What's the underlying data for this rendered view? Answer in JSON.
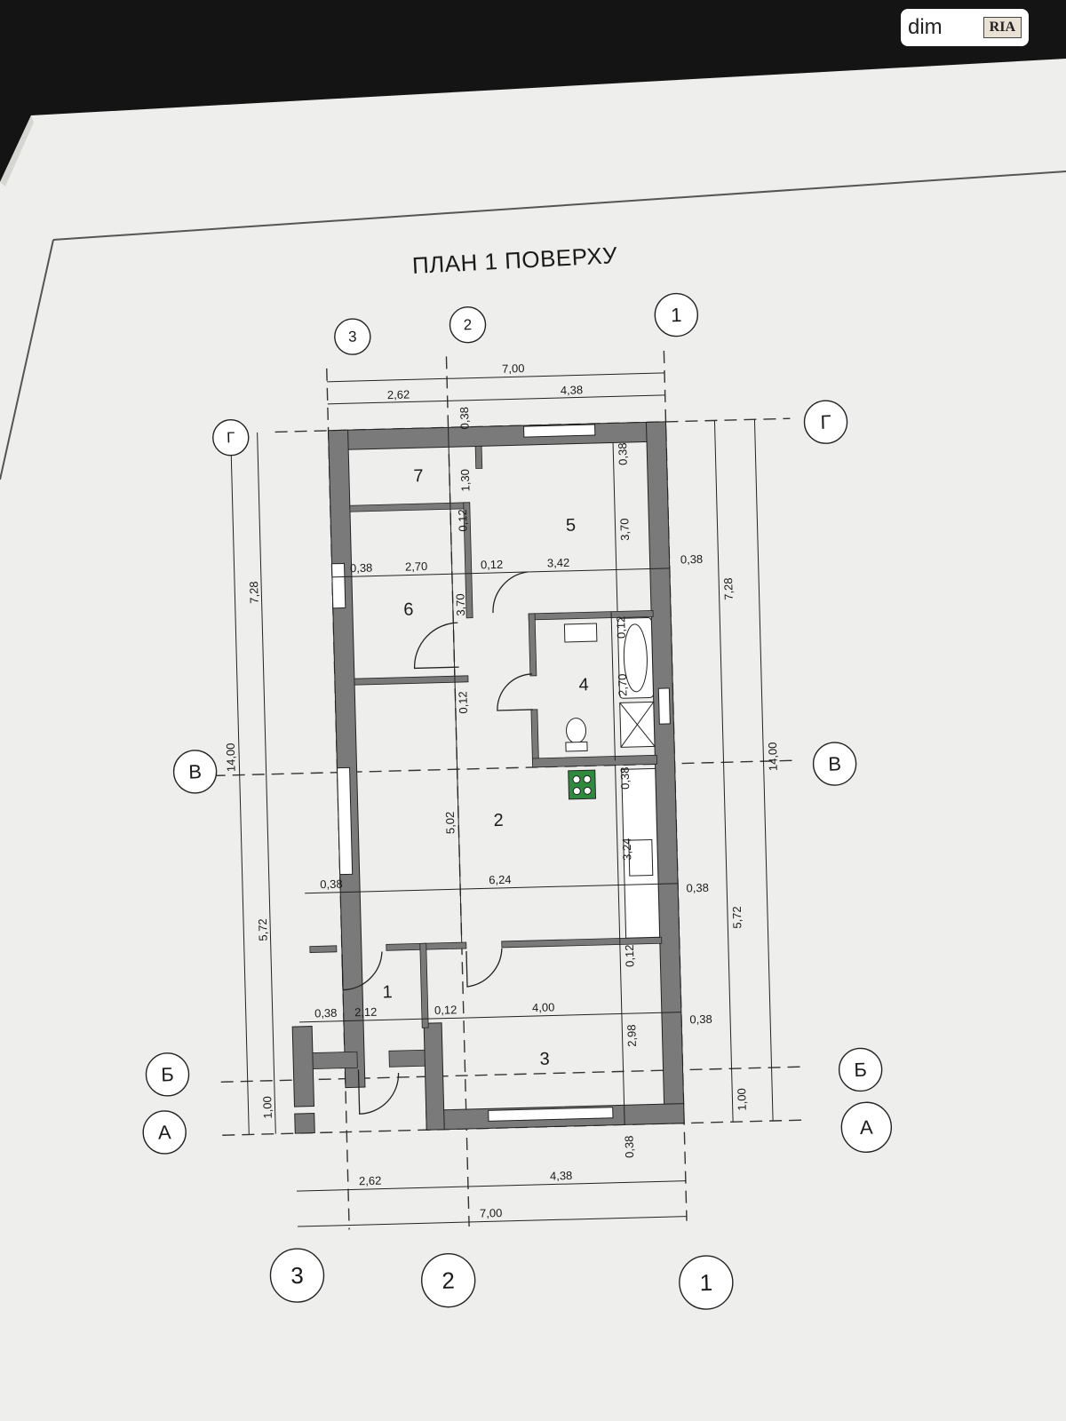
{
  "watermark": {
    "brand": "dim",
    "logo": "RIA"
  },
  "plan": {
    "title": "ПЛАН 1 ПОВЕРХУ",
    "axes": {
      "vertical": [
        "3",
        "2",
        "1"
      ],
      "horizontal": [
        "Г",
        "В",
        "Б",
        "А"
      ]
    },
    "rooms": [
      "1",
      "2",
      "3",
      "4",
      "5",
      "6",
      "7"
    ],
    "dims": {
      "top_total": "7,00",
      "top_left": "2,62",
      "top_right": "4,38",
      "bottom_total": "7,00",
      "bottom_left": "2,62",
      "bottom_right": "4,38",
      "left_total": "14,00",
      "left_upper": "7,28",
      "left_middle": "5,72",
      "left_lower": "1,00",
      "right_total": "14,00",
      "right_upper": "7,28",
      "right_middle": "5,72",
      "right_lower": "1,00",
      "wall_top_mid": "0,38",
      "room7_h": "1,30",
      "room7_wall": "0,12",
      "room5_wall": "0,38",
      "room5_h": "3,70",
      "row1_a": "0,38",
      "row1_b": "2,70",
      "row1_c": "0,12",
      "row1_d": "3,42",
      "row1_e": "0,38",
      "room6_h": "3,70",
      "bath_wall": "0,12",
      "bath_h": "2,70",
      "wall_mid1": "0,12",
      "kitchen_wall": "0,38",
      "hall_h": "5,02",
      "kitchen_h": "3,24",
      "row2_a": "0,38",
      "row2_b": "6,24",
      "row2_c": "0,38",
      "wall_mid2": "0,12",
      "room3_h": "2,98",
      "row3_a": "0,38",
      "row3_b": "2,12",
      "row3_c": "0,12",
      "row3_d": "4,00",
      "row3_e": "0,38",
      "bottom_wall": "0,38"
    }
  }
}
